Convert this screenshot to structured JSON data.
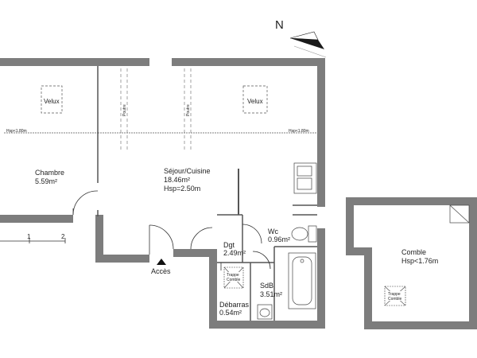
{
  "north": {
    "letter": "N"
  },
  "rooms": {
    "chambre": {
      "name": "Chambre",
      "area": "5.59m²"
    },
    "sejour": {
      "name": "Séjour/Cuisine",
      "area": "18.46m²",
      "height": "Hsp=2.50m"
    },
    "dgt": {
      "name": "Dgt",
      "area": "2.49m²"
    },
    "wc": {
      "name": "Wc",
      "area": "0.96m²"
    },
    "sdb": {
      "name": "SdB",
      "area": "3.51m²"
    },
    "debarras": {
      "name": "Débarras",
      "area": "0.54m²"
    },
    "comble": {
      "name": "Comble",
      "height": "Hsp<1.76m"
    }
  },
  "velux": [
    "Velux",
    "Velux"
  ],
  "poutre": [
    "Poutre",
    "Poutre"
  ],
  "hsp_lines": {
    "left": "Hsp<1.80m",
    "right": "Hsp<1.80m"
  },
  "trappe": {
    "line1": "Trappe",
    "line2": "Comble"
  },
  "entrance": {
    "label": "Accès"
  },
  "scale": {
    "tick1": "1",
    "tick2": "2"
  },
  "colors": {
    "wall": "#7d7d7d",
    "line": "#333333"
  }
}
